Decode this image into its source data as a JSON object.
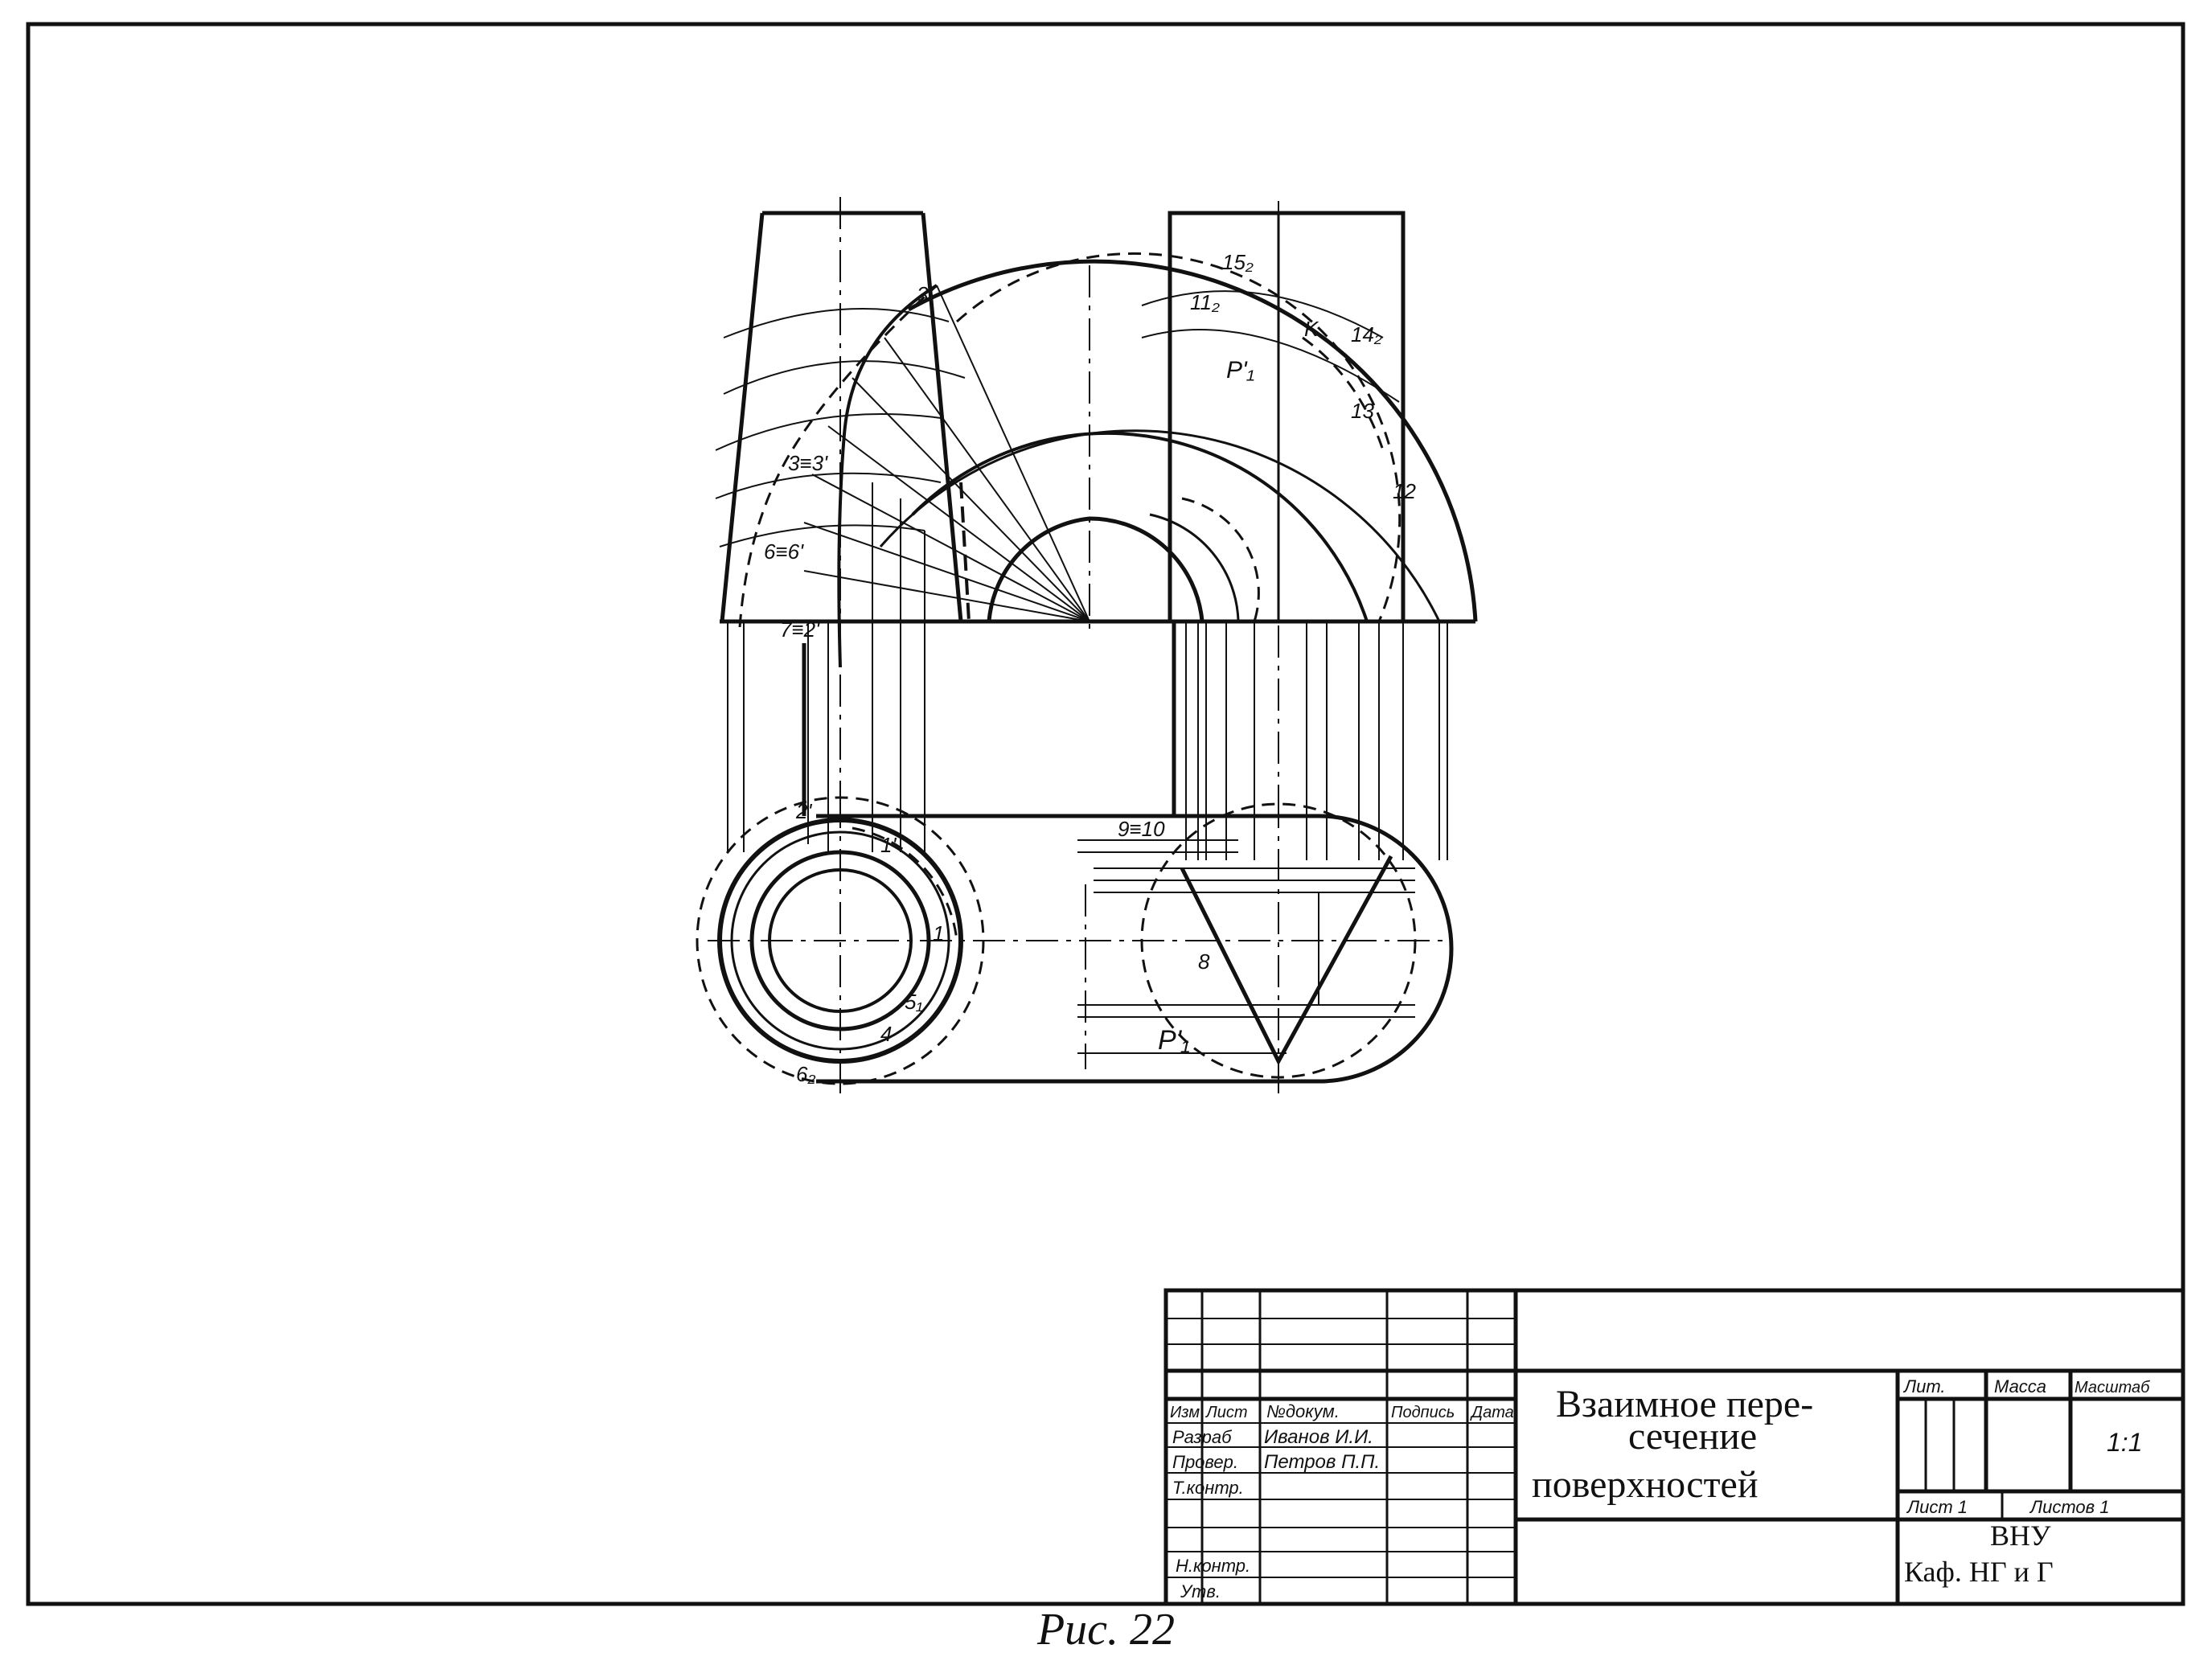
{
  "caption": "Рис. 22",
  "title_block": {
    "title_line1": "Взаимное пере-",
    "title_line2": "сечение",
    "title_line3": "поверхностей",
    "col_izm": "Изм",
    "col_list": "Лист",
    "col_doc": "№докум.",
    "col_sign": "Подпись",
    "col_date": "Дата",
    "row_razrab": "Разраб",
    "row_prover": "Провер.",
    "row_tkontr": "Т.контр.",
    "row_nkontr": "Н.контр.",
    "row_utv": "Утв.",
    "razrab_name": "Иванов И.И.",
    "prover_name": "Петров П.П.",
    "lit": "Лит.",
    "massa": "Масса",
    "masshtab": "Масштаб",
    "scale_value": "1:1",
    "sheet": "Лист 1",
    "sheets": "Листов 1",
    "org1": "ВНУ",
    "org2": "Каф. НГ и Г"
  },
  "drawing_labels": {
    "p1": "P'₁",
    "p1_top": "P'₁",
    "l1": "1",
    "l1p": "1'",
    "l2": "2'",
    "l3": "3",
    "l4": "4",
    "l5": "5₁",
    "l6": "6₂",
    "l8": "8",
    "l9": "9≡10",
    "l11": "11₂",
    "l12": "12",
    "l13": "13",
    "l14": "14₂",
    "l15": "15₂",
    "lK": "K",
    "l3k": "3≡3'",
    "l6k": "6≡6'",
    "l7k": "7≡2'"
  }
}
